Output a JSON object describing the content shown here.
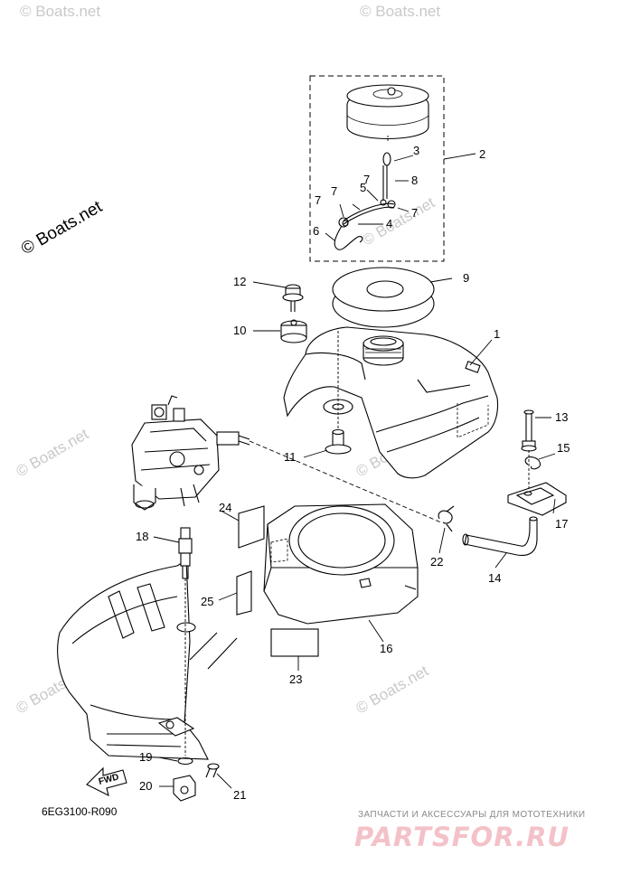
{
  "watermarks": {
    "main": "© Boats.net",
    "faint": "© Boats.net"
  },
  "callouts": [
    "1",
    "2",
    "3",
    "4",
    "5",
    "6",
    "7",
    "7",
    "7",
    "7",
    "8",
    "9",
    "10",
    "11",
    "12",
    "13",
    "14",
    "15",
    "16",
    "17",
    "18",
    "19",
    "20",
    "21",
    "22",
    "23",
    "24",
    "25"
  ],
  "fwd_label": "FWD",
  "diagram_code": "6EG3100-R090",
  "promo_text": "ЗАПЧАСТИ И АКСЕССУАРЫ ДЛЯ МОТОТЕХНИКИ",
  "logo_text": "PARTSFOR.RU"
}
